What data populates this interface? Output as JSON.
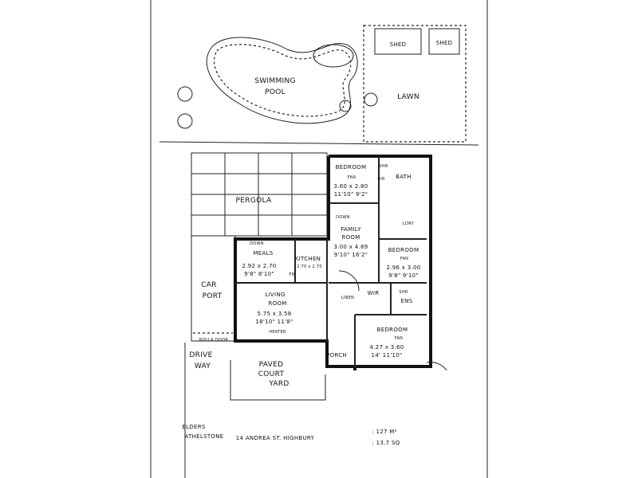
{
  "site": {
    "pool": [
      "SWIMMING",
      "POOL"
    ],
    "lawn": "LAWN",
    "shed_1": "SHED",
    "shed_2": "SHED",
    "pergola": "PERGOLA",
    "carport": [
      "CAR",
      "PORT"
    ],
    "driveway": [
      "DRIVE",
      "WAY"
    ],
    "roller_door": "ROLLA DOOR",
    "courtyard": [
      "PAVED",
      "COURT",
      "YARD"
    ]
  },
  "rooms": {
    "bedroom_1": {
      "name": "BEDROOM",
      "fan": "FAN",
      "metric": "3.60 x 2.80",
      "imperial": "11'10\" 9'2\""
    },
    "bath": "BATH",
    "shr_1": "SHR",
    "bir": "BIR",
    "family": {
      "name": [
        "FAMILY",
        "ROOM"
      ],
      "metric": "3.00 x 4.89",
      "imperial": "9'10\" 16'2\""
    },
    "down_1": "DOWN",
    "ldry": "LDRY",
    "bedroom_2": {
      "name": "BEDROOM",
      "fan": "FAN",
      "metric": "2.96 x 3.00",
      "imperial": "9'8\" 9'10\""
    },
    "meals": {
      "name": "MEALS",
      "down": "DOWN",
      "metric": "2.92 x 2.70",
      "imperial": "9'8\" 8'10\""
    },
    "kitchen": {
      "name": "KITCHEN",
      "metric": "2.70 x 2.70",
      "fr": "FR"
    },
    "living": {
      "name": [
        "LIVING",
        "ROOM"
      ],
      "metric": "5.75 x 3.58",
      "imperial": "18'10\" 11'8\"",
      "heater": "HEATER"
    },
    "linen": "LINEN",
    "wir": "WIR",
    "shr_2": "SHR",
    "ens": "ENS",
    "bedroom_3": {
      "name": "BEDROOM",
      "fan": "FAN",
      "metric": "4.27 x 3.60",
      "imperial": "14' 11'10\""
    },
    "porch": "PORCH"
  },
  "footer": {
    "agent": [
      "ELDERS",
      "ATHELSTONE"
    ],
    "address": "14 ANDREA ST. HIGHBURY",
    "area_m2": ": 127 M²",
    "area_sq": ": 13.7 SQ"
  }
}
